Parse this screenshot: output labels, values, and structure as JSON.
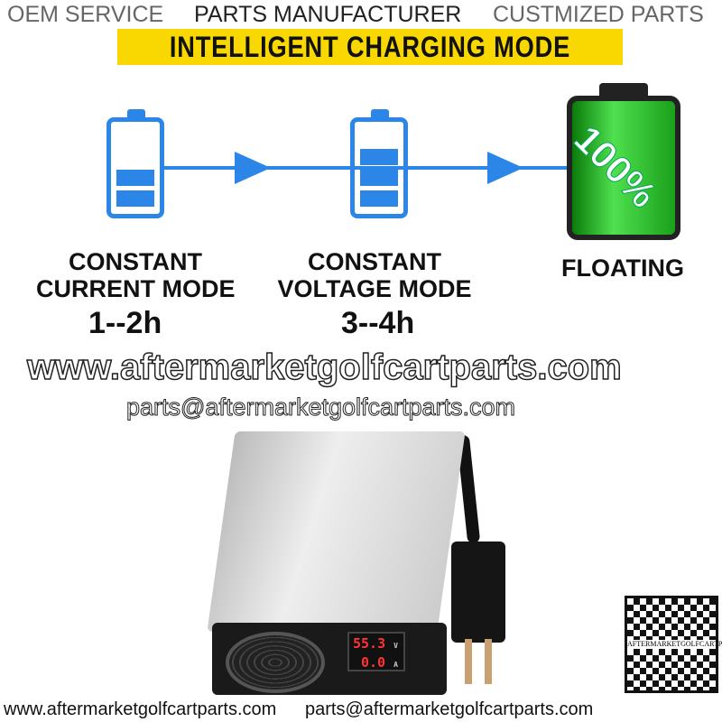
{
  "header": {
    "items": [
      "OEM SERVICE",
      "PARTS MANUFACTURER",
      "CUSTMIZED PARTS"
    ]
  },
  "banner": "INTELLIGENT CHARGING MODE",
  "steps": [
    {
      "mode_line1": "CONSTANT",
      "mode_line2": "CURRENT MODE",
      "duration": "1--2h"
    },
    {
      "mode_line1": "CONSTANT",
      "mode_line2": "VOLTAGE MODE",
      "duration": "3--4h"
    },
    {
      "mode_line1": "FLOATING",
      "percent": "100%"
    }
  ],
  "watermark": {
    "site": "www.aftermarketgolfcartparts.com",
    "email": "parts@aftermarketgolfcartparts.com"
  },
  "display": {
    "voltage": "55.3",
    "current": "0.0",
    "v_unit": "V",
    "a_unit": "A"
  },
  "qr_label": "AFTERMARKETGOLFCARTPARTS",
  "footer": {
    "site": "www.aftermarketgolfcartparts.com",
    "email": "parts@aftermarketgolfcartparts.com"
  }
}
